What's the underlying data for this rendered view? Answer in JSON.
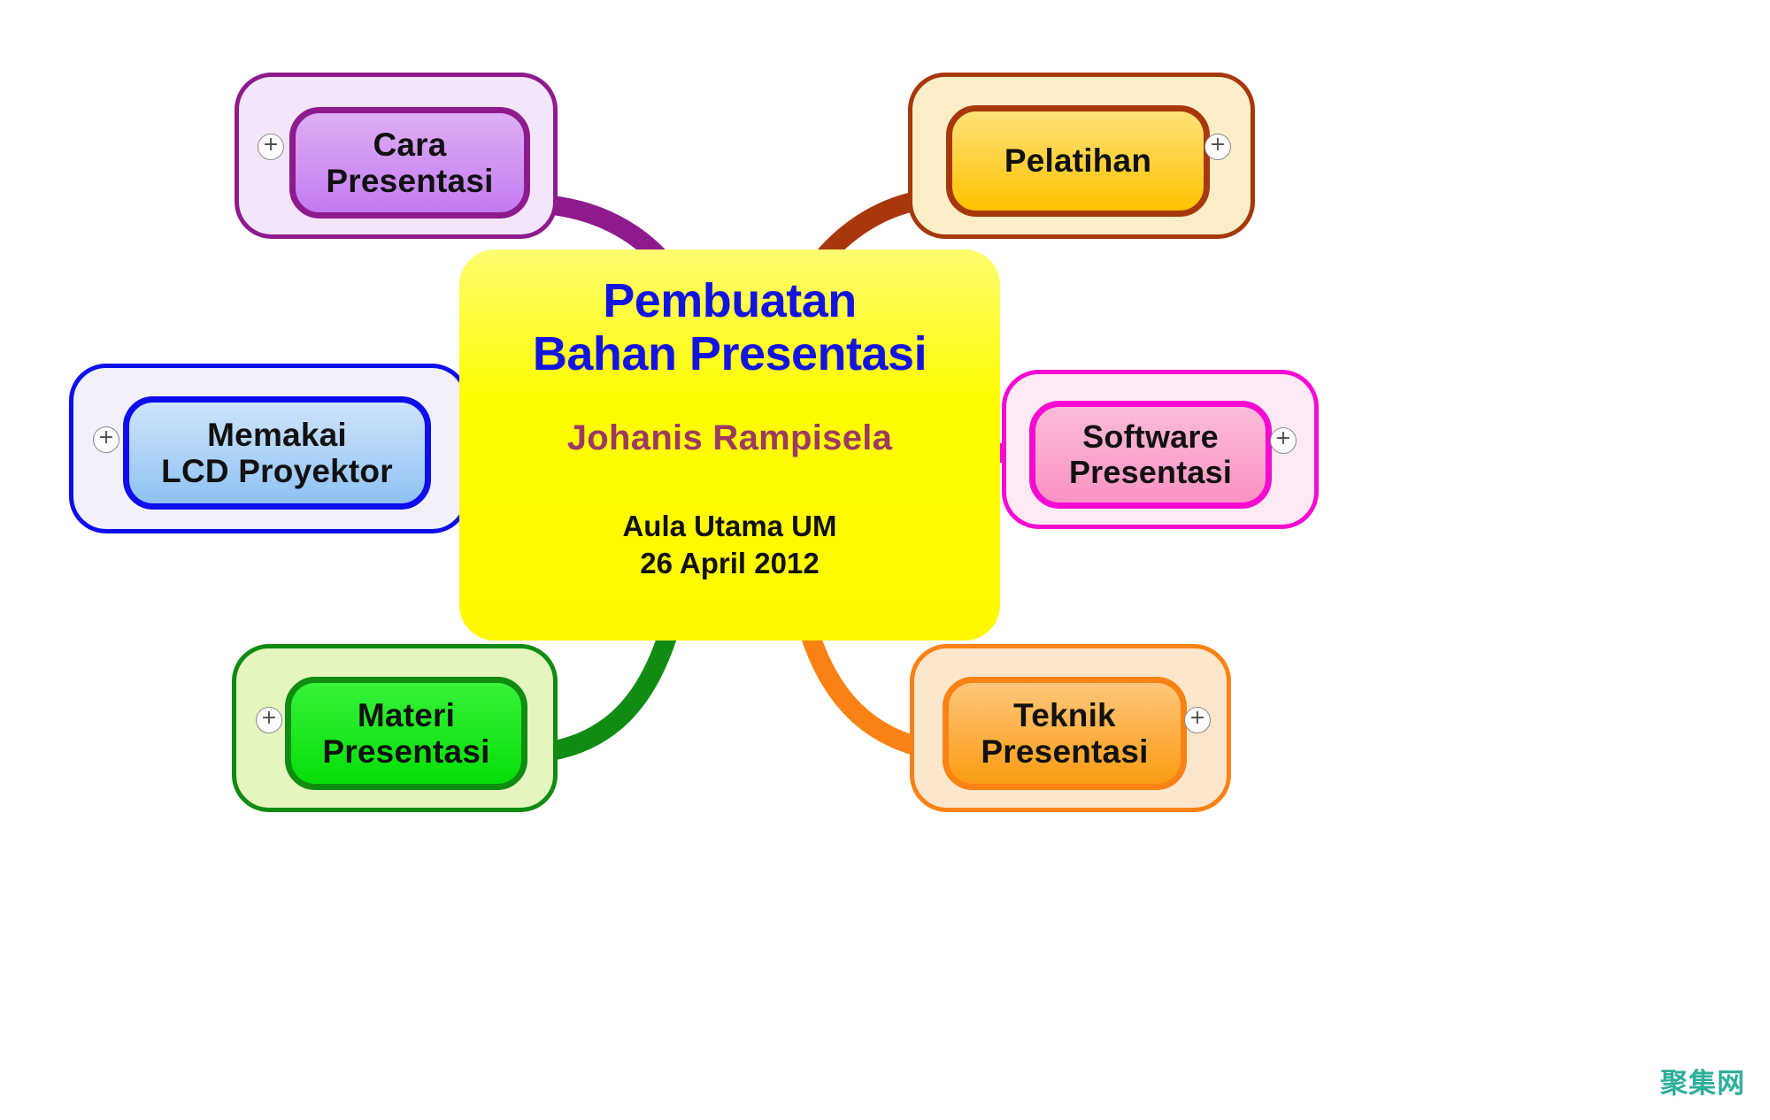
{
  "central": {
    "title_line1": "Pembuatan",
    "title_line2": "Bahan Presentasi",
    "author": "Johanis Rampisela",
    "venue": "Aula Utama UM",
    "date": "26 April 2012",
    "fill_color": "#FFF900",
    "title_color": "#1414E0",
    "author_color": "#9C3A63"
  },
  "nodes": [
    {
      "id": "cara-presentasi",
      "line1": "Cara",
      "line2": "Presentasi",
      "accent": "#8E1B8E",
      "fill_top": "#DFAEF4",
      "fill_bottom": "#C27BF0",
      "halo": "#F4E6FA",
      "plus": "+"
    },
    {
      "id": "pelatihan",
      "line1": "Pelatihan",
      "line2": "",
      "accent": "#A8370C",
      "fill_top": "#FFE27A",
      "fill_bottom": "#FFC200",
      "halo": "#FCEFC8",
      "plus": "+"
    },
    {
      "id": "memakai-lcd-proyektor",
      "line1": "Memakai",
      "line2": "LCD Proyektor",
      "accent": "#0D0DEE",
      "fill_top": "#CFE4FB",
      "fill_bottom": "#8EC2F3",
      "halo": "#F1F0FB",
      "plus": "+"
    },
    {
      "id": "software-presentasi",
      "line1": "Software",
      "line2": "Presentasi",
      "accent": "#F50AD2",
      "fill_top": "#FBBBD8",
      "fill_bottom": "#FB93C4",
      "halo": "#FDEAF4",
      "plus": "+"
    },
    {
      "id": "materi-presentasi",
      "line1": "Materi",
      "line2": "Presentasi",
      "accent": "#0F8C11",
      "fill_top": "#37F23A",
      "fill_bottom": "#06DE08",
      "halo": "#E4F5BE",
      "plus": "+"
    },
    {
      "id": "teknik-presentasi",
      "line1": "Teknik",
      "line2": "Presentasi",
      "accent": "#FA8214",
      "fill_top": "#FDC77A",
      "fill_bottom": "#FB9B12",
      "halo": "#FDE7CC",
      "plus": "+"
    }
  ],
  "watermark": {
    "text": "聚集网",
    "color": "#2FAE9B"
  }
}
